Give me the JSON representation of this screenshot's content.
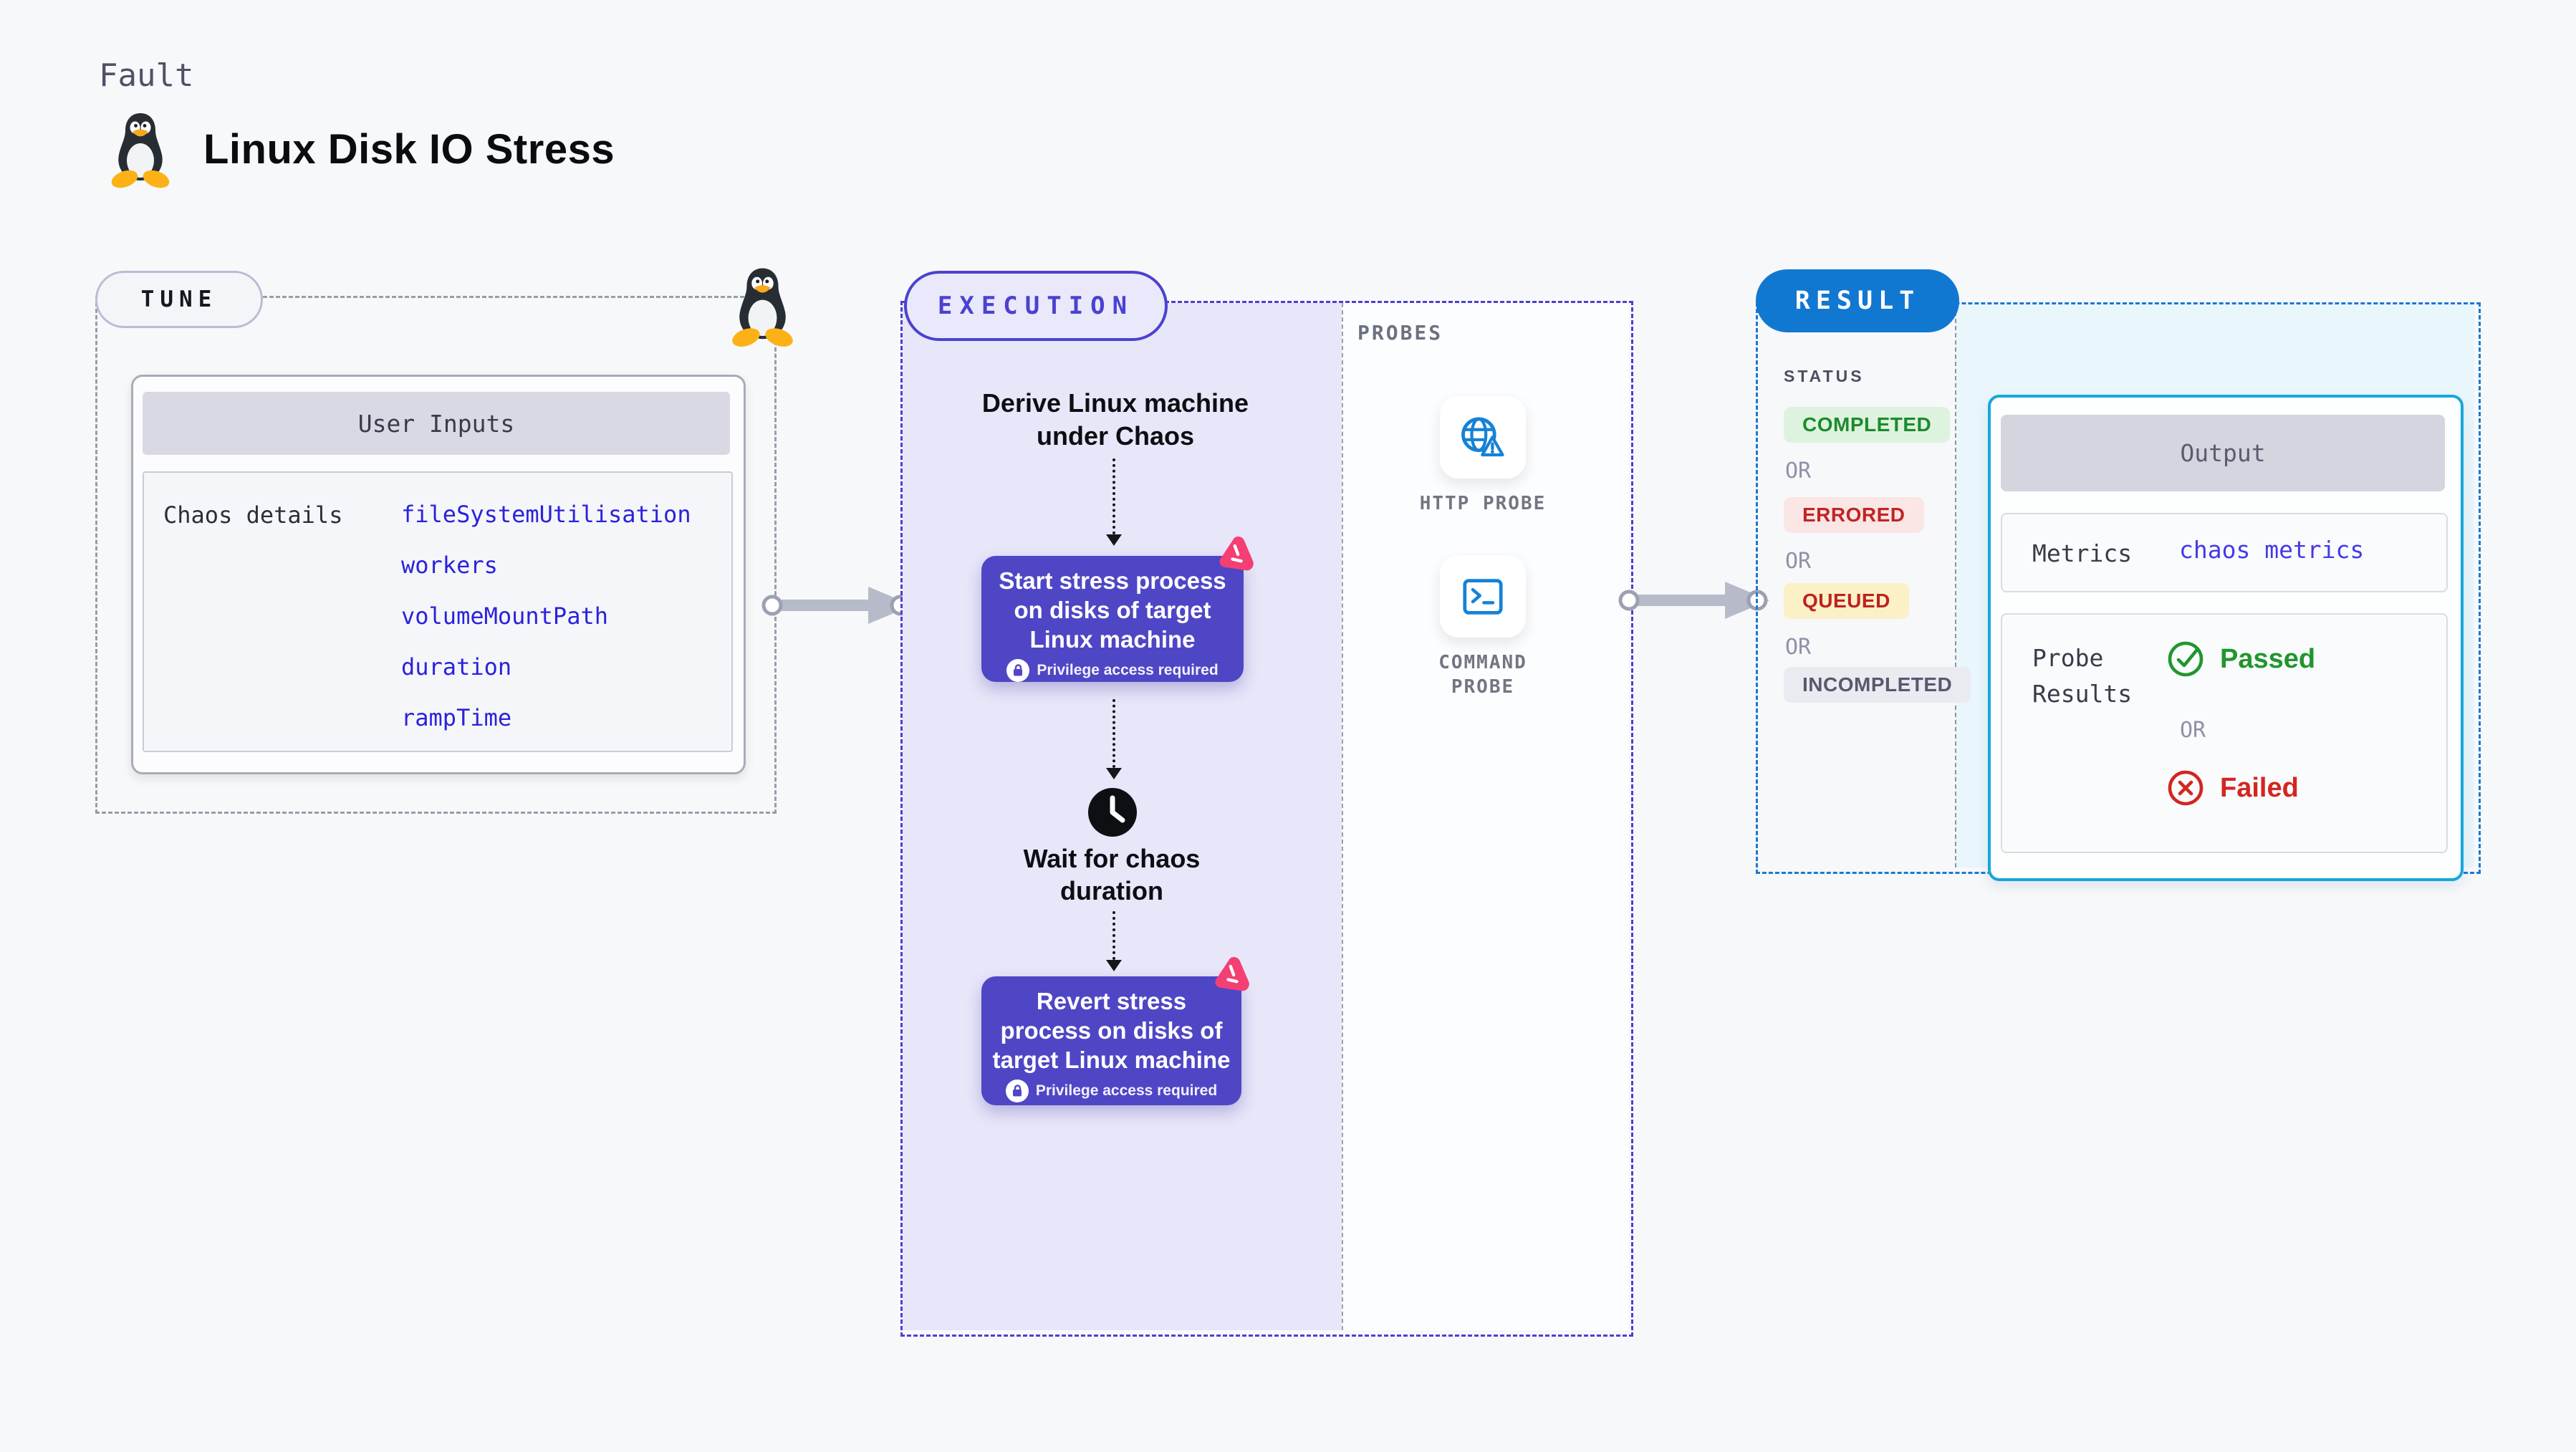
{
  "header": {
    "kind": "Fault",
    "title": "Linux Disk IO Stress"
  },
  "tune": {
    "label": "TUNE",
    "user_inputs": {
      "title": "User Inputs",
      "rows": [
        {
          "label": "Chaos details",
          "values": [
            "fileSystemUtilisation",
            "workers",
            "volumeMountPath",
            "duration",
            "rampTime"
          ]
        }
      ]
    }
  },
  "execution": {
    "label": "EXECUTION",
    "steps": {
      "derive": "Derive Linux machine\nunder Chaos",
      "start": {
        "text": "Start stress process\non disks of target\nLinux machine",
        "badge": "Privilege access required"
      },
      "wait": "Wait for chaos\nduration",
      "revert": {
        "text": "Revert stress\nprocess on disks of\ntarget Linux machine",
        "badge": "Privilege access required"
      }
    }
  },
  "probes": {
    "label": "PROBES",
    "items": [
      {
        "icon": "globe-warning-icon",
        "label": "HTTP PROBE"
      },
      {
        "icon": "terminal-icon",
        "label": "COMMAND\nPROBE"
      }
    ]
  },
  "result": {
    "label": "RESULT",
    "status": {
      "heading": "STATUS",
      "separator": "OR",
      "badges": [
        {
          "text": "COMPLETED",
          "type": "completed"
        },
        {
          "text": "ERRORED",
          "type": "errored"
        },
        {
          "text": "QUEUED",
          "type": "queued"
        },
        {
          "text": "INCOMPLETED",
          "type": "incompleted"
        }
      ]
    },
    "output": {
      "title": "Output",
      "metrics": {
        "label": "Metrics",
        "value": "chaos metrics"
      },
      "probe_results": {
        "label": "Probe\nResults",
        "passed": "Passed",
        "separator": "OR",
        "failed": "Failed"
      }
    }
  },
  "colors": {
    "page_bg": "#f7f8fa",
    "execution_accent": "#4a42cf",
    "execution_panel_bg": "#e8e6f9",
    "node_fill": "#4f46c5",
    "tune_dash": "#969eab",
    "result_pill_blue": "#1178d2",
    "result_dash_blue": "#1b79d0",
    "output_border_cyan": "#17a6db",
    "result_panel_bg": "#e9f6fc",
    "probe_icon_blue": "#1482d8",
    "chaos_logo_pink": "#f43f74",
    "completed_green": "#1c8b2d",
    "errored_red": "#c12424",
    "passed_green": "#21962d",
    "failed_red": "#d3261f",
    "value_indigo": "#2b22dc"
  }
}
